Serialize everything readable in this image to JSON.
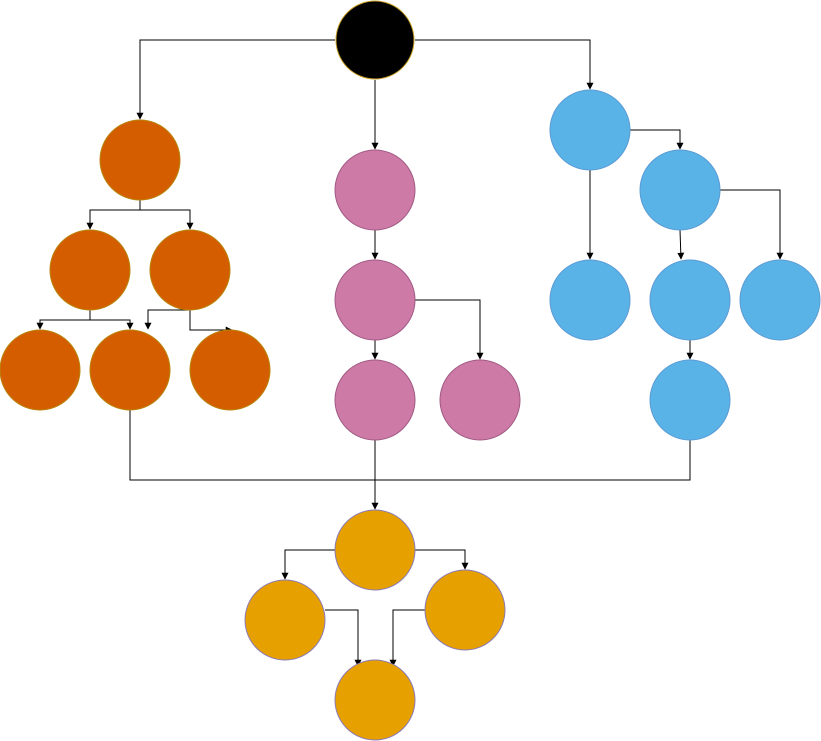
{
  "colors": {
    "root": "#000000",
    "root_border": "#c9a227",
    "orange": "#d45d00",
    "orange_border": "#b8860b",
    "pink": "#cd7aa6",
    "pink_border": "#a05a85",
    "blue": "#59b3e6",
    "blue_border": "#5b9bd5",
    "gold": "#e6a000",
    "gold_border": "#8a7ab8",
    "edge": "#000000"
  },
  "groups": [
    {
      "id": "root",
      "count": 1
    },
    {
      "id": "orange",
      "count": 6
    },
    {
      "id": "pink",
      "count": 4
    },
    {
      "id": "blue",
      "count": 6
    },
    {
      "id": "gold",
      "count": 4
    }
  ]
}
